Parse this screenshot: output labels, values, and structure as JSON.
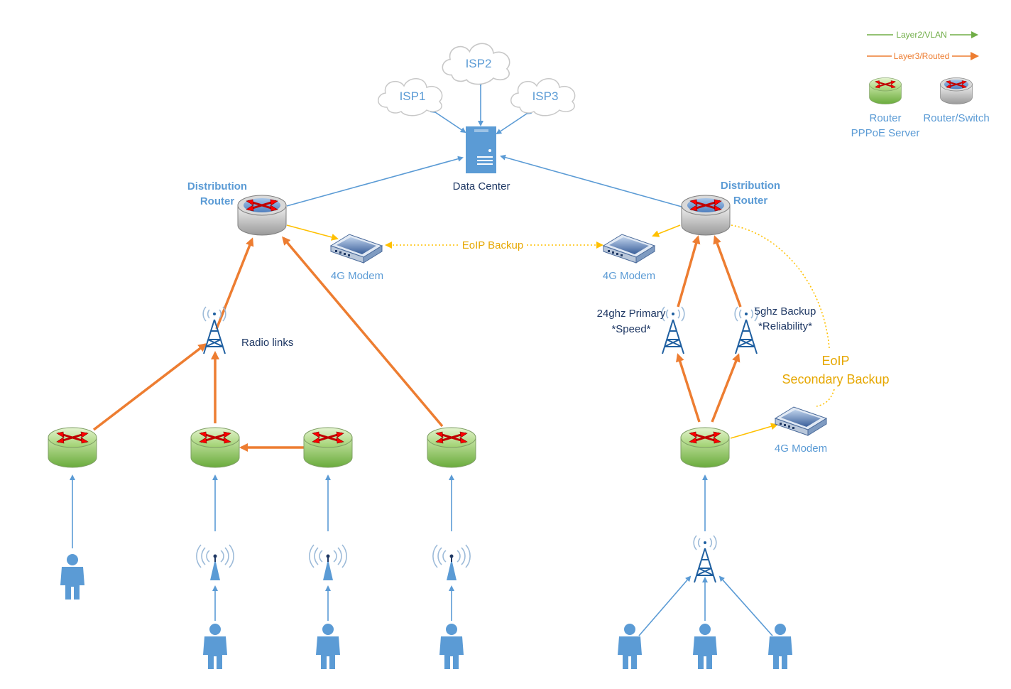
{
  "clouds": {
    "isp1": "ISP1",
    "isp2": "ISP2",
    "isp3": "ISP3"
  },
  "data_center": "Data Center",
  "dist_router_left": [
    "Distribution",
    "Router"
  ],
  "dist_router_right": [
    "Distribution",
    "Router"
  ],
  "modem_left": "4G Modem",
  "modem_right": "4G Modem",
  "modem_bottom": "4G Modem",
  "eoip_backup": "EoIP Backup",
  "eoip_secondary": [
    "EoIP",
    "Secondary Backup"
  ],
  "radio_links": "Radio links",
  "tower_primary": [
    "24ghz Primary",
    "*Speed*"
  ],
  "tower_backup": [
    "5ghz Backup",
    "*Reliability*"
  ],
  "legend": {
    "layer2": "Layer2/VLAN",
    "layer3": "Layer3/Routed",
    "router_pppoe": [
      "Router",
      "PPPoE Server"
    ],
    "router_switch": "Router/Switch",
    "layer2_color": "#70ad47",
    "layer3_color": "#ed7d31"
  },
  "colors": {
    "blue_link": "#5b9bd5",
    "orange_link": "#ed7d31",
    "yellow_link": "#ffc000",
    "label_blue": "#5b9bd5",
    "label_navy": "#1f3864",
    "label_gold": "#e6a700"
  }
}
